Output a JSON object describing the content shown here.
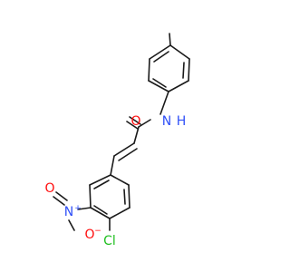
{
  "molecule": {
    "atoms": {
      "O_carbonyl": {
        "label": "O",
        "color": "#ff0d0d"
      },
      "N_amide": {
        "label": "N",
        "color": "#3050f8"
      },
      "H_amide": {
        "label": "H",
        "color": "#3050f8"
      },
      "N_nitro": {
        "label": "N",
        "color": "#3050f8"
      },
      "N_nitro_charge": {
        "label": "+",
        "color": "#3050f8"
      },
      "O_nitro_top": {
        "label": "O",
        "color": "#ff0d0d"
      },
      "O_nitro_minus": {
        "label": "O",
        "color": "#ff0d0d"
      },
      "O_nitro_minus_charge": {
        "label": "−",
        "color": "#ff0d0d"
      },
      "Cl": {
        "label": "Cl",
        "color": "#1fbf1f"
      }
    },
    "bond_color": "#1a1a1a"
  }
}
